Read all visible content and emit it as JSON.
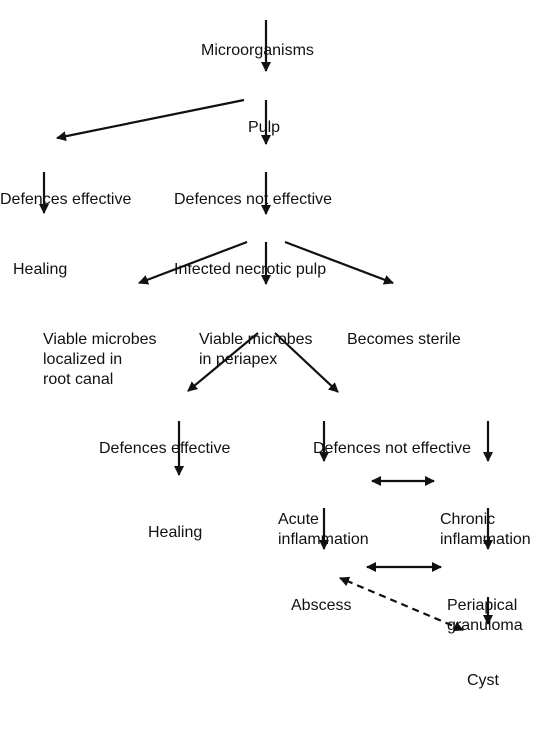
{
  "diagram": {
    "nodes": {
      "microorganisms": {
        "label": "Microorganisms"
      },
      "pulp": {
        "label": "Pulp"
      },
      "defences_effective_1": {
        "label": "Defences effective"
      },
      "defences_not_effective_1": {
        "label": "Defences not effective"
      },
      "healing_1": {
        "label": "Healing"
      },
      "infected_necrotic_pulp": {
        "label": "Infected necrotic pulp"
      },
      "viable_microbes_root_canal": {
        "label": "Viable microbes\nlocalized in\nroot canal"
      },
      "viable_microbes_periapex": {
        "label": "Viable microbes\nin periapex"
      },
      "becomes_sterile": {
        "label": "Becomes sterile"
      },
      "defences_effective_2": {
        "label": "Defences effective"
      },
      "defences_not_effective_2": {
        "label": "Defences not effective"
      },
      "healing_2": {
        "label": "Healing"
      },
      "acute_inflammation": {
        "label": "Acute\ninflammation"
      },
      "chronic_inflammation": {
        "label": "Chronic\ninflammation"
      },
      "abscess": {
        "label": "Abscess"
      },
      "periapical_granuloma": {
        "label": "Periapical\ngranuloma"
      },
      "cyst": {
        "label": "Cyst"
      }
    },
    "edges": [
      {
        "from": "microorganisms",
        "to": "pulp",
        "style": "solid",
        "direction": "forward"
      },
      {
        "from": "pulp",
        "to": "defences_effective_1",
        "style": "solid",
        "direction": "forward"
      },
      {
        "from": "pulp",
        "to": "defences_not_effective_1",
        "style": "solid",
        "direction": "forward"
      },
      {
        "from": "defences_effective_1",
        "to": "healing_1",
        "style": "solid",
        "direction": "forward"
      },
      {
        "from": "defences_not_effective_1",
        "to": "infected_necrotic_pulp",
        "style": "solid",
        "direction": "forward"
      },
      {
        "from": "infected_necrotic_pulp",
        "to": "viable_microbes_root_canal",
        "style": "solid",
        "direction": "forward"
      },
      {
        "from": "infected_necrotic_pulp",
        "to": "viable_microbes_periapex",
        "style": "solid",
        "direction": "forward"
      },
      {
        "from": "infected_necrotic_pulp",
        "to": "becomes_sterile",
        "style": "solid",
        "direction": "forward"
      },
      {
        "from": "viable_microbes_periapex",
        "to": "defences_effective_2",
        "style": "solid",
        "direction": "forward"
      },
      {
        "from": "viable_microbes_periapex",
        "to": "defences_not_effective_2",
        "style": "solid",
        "direction": "forward"
      },
      {
        "from": "defences_effective_2",
        "to": "healing_2",
        "style": "solid",
        "direction": "forward"
      },
      {
        "from": "defences_not_effective_2",
        "to": "acute_inflammation",
        "style": "solid",
        "direction": "forward"
      },
      {
        "from": "defences_not_effective_2",
        "to": "chronic_inflammation",
        "style": "solid",
        "direction": "forward"
      },
      {
        "from": "acute_inflammation",
        "to": "chronic_inflammation",
        "style": "solid",
        "direction": "both"
      },
      {
        "from": "acute_inflammation",
        "to": "abscess",
        "style": "solid",
        "direction": "forward"
      },
      {
        "from": "chronic_inflammation",
        "to": "periapical_granuloma",
        "style": "solid",
        "direction": "forward"
      },
      {
        "from": "abscess",
        "to": "periapical_granuloma",
        "style": "solid",
        "direction": "both"
      },
      {
        "from": "periapical_granuloma",
        "to": "cyst",
        "style": "solid",
        "direction": "forward"
      },
      {
        "from": "cyst",
        "to": "abscess",
        "style": "dashed",
        "direction": "both"
      }
    ]
  }
}
